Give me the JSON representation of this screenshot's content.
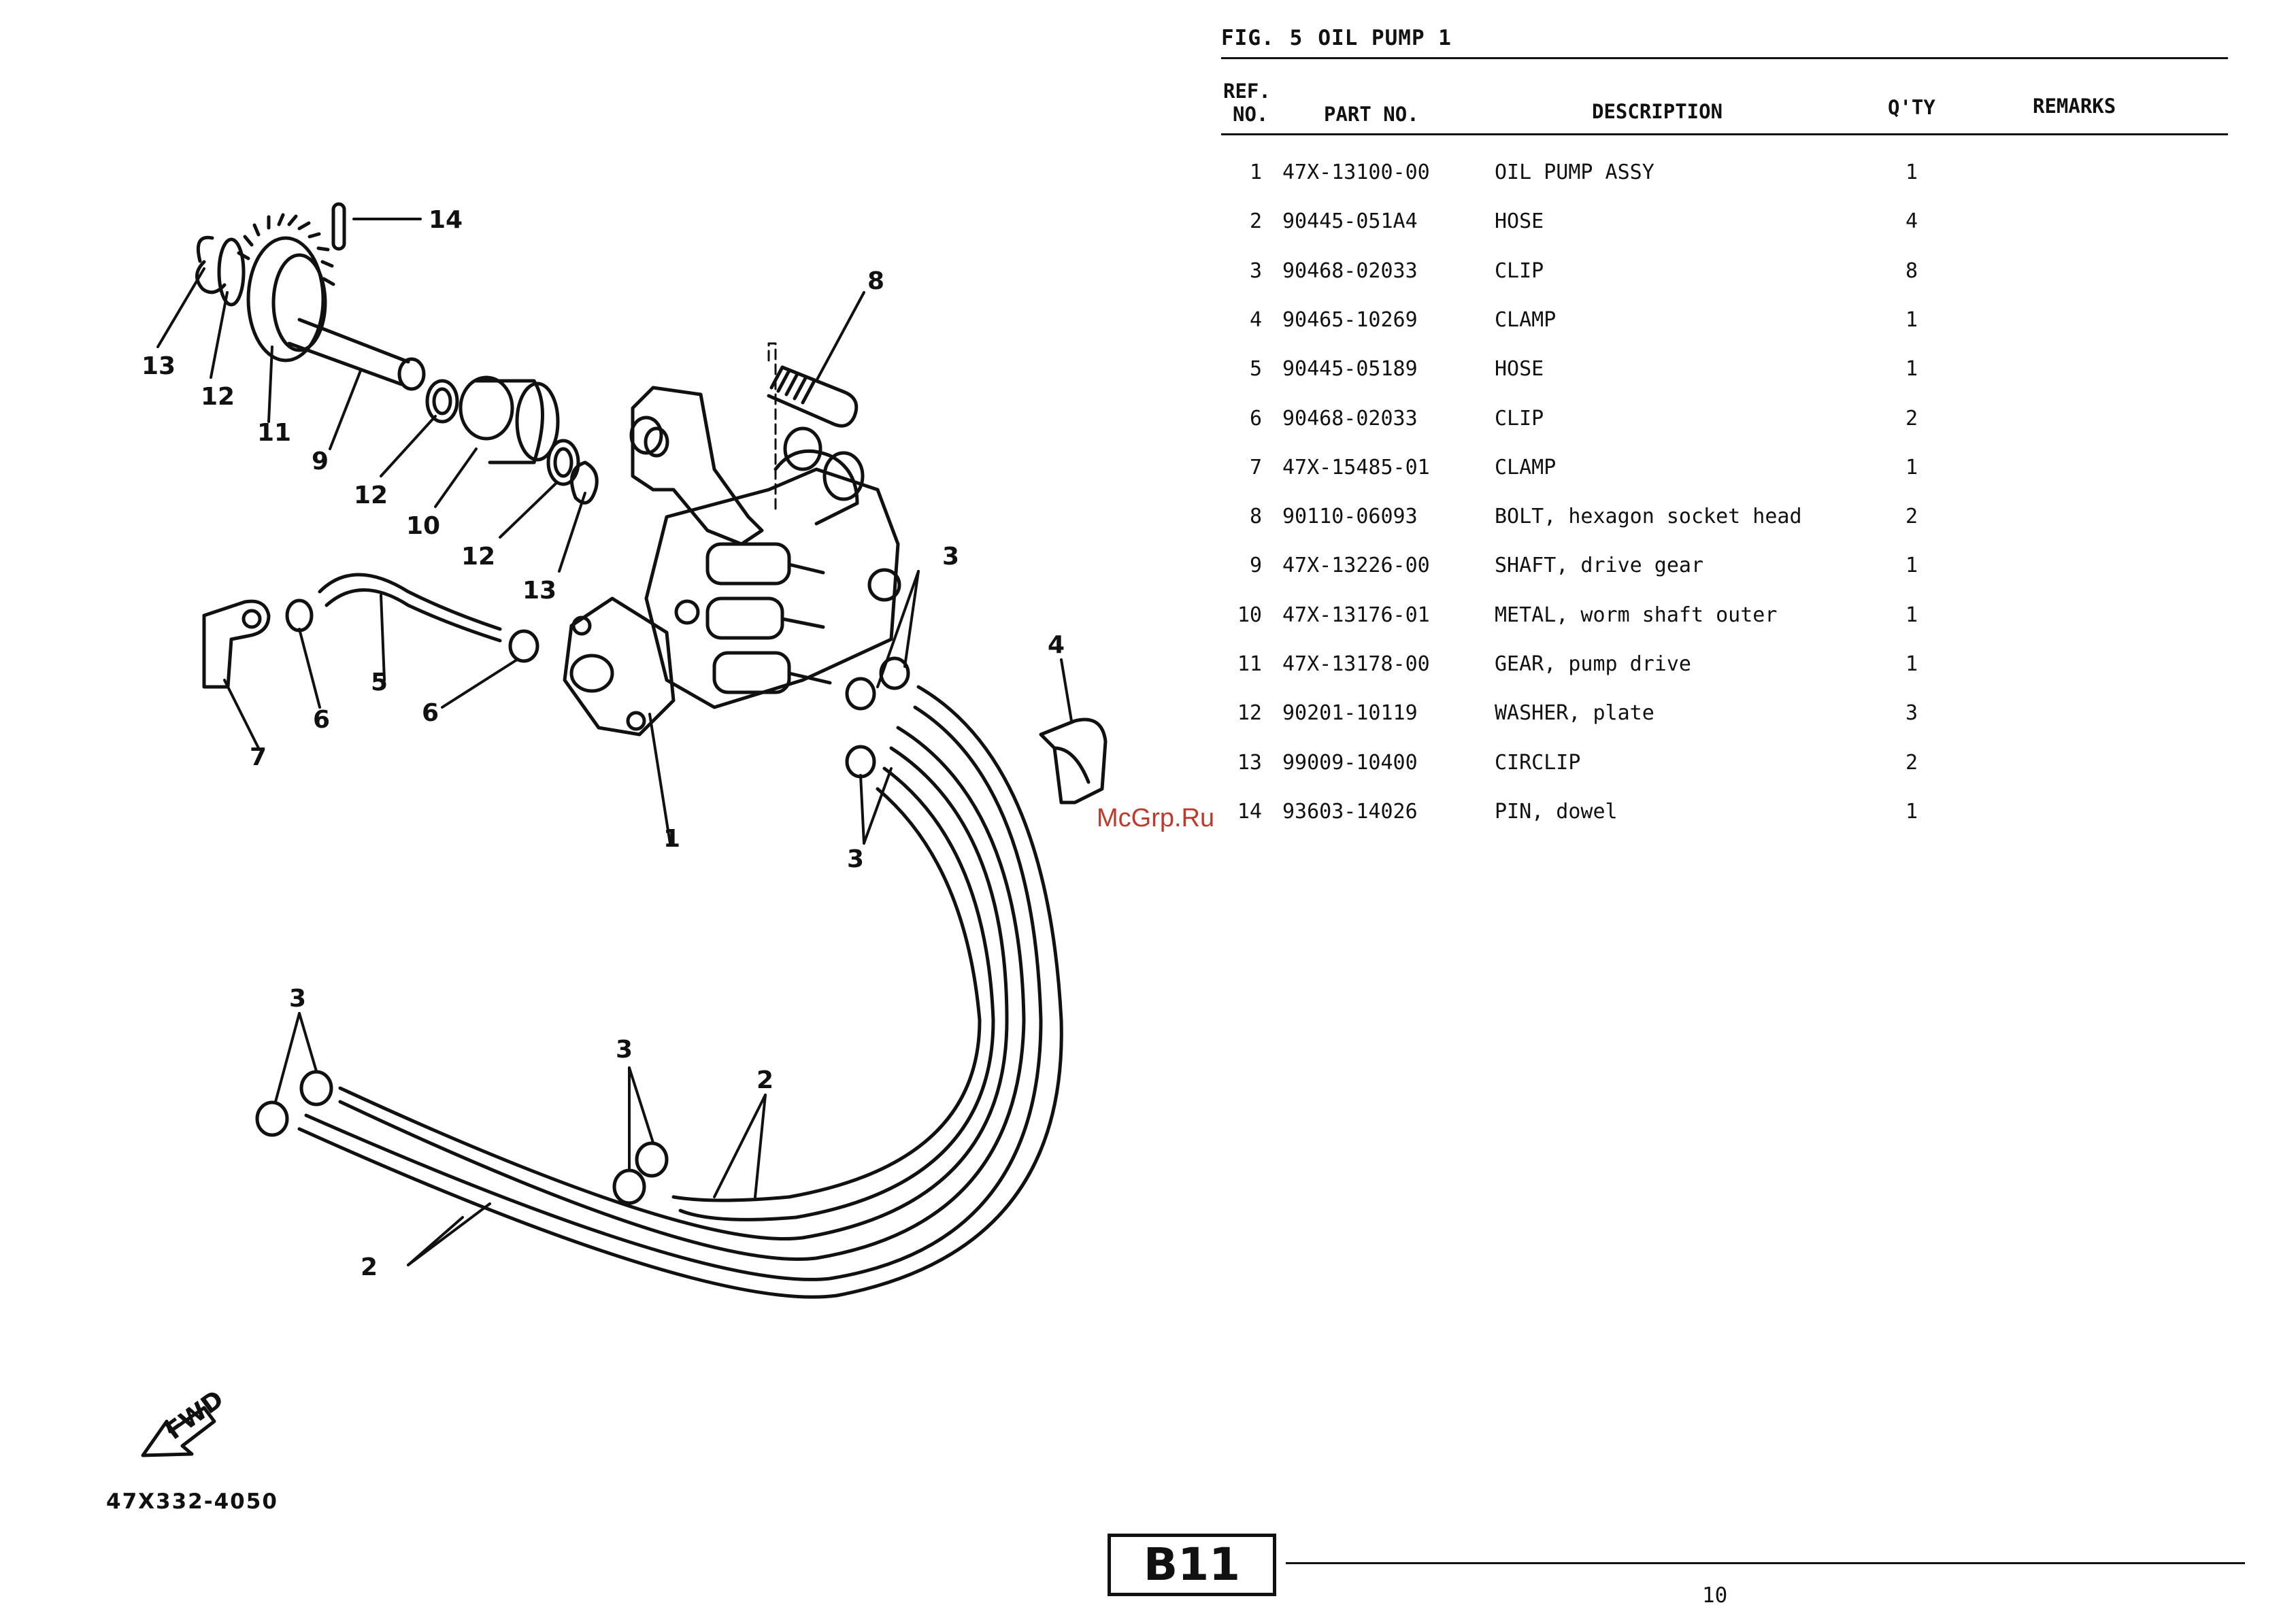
{
  "figure": {
    "label": "FIG.",
    "number": "5",
    "title": "OIL PUMP 1"
  },
  "table": {
    "headers": {
      "ref_line1": "REF.",
      "ref_line2": "NO.",
      "part_no": "PART NO.",
      "description": "DESCRIPTION",
      "qty": "Q'TY",
      "remarks": "REMARKS"
    },
    "rows": [
      {
        "ref": "1",
        "part": "47X-13100-00",
        "desc": "OIL PUMP ASSY",
        "qty": "1"
      },
      {
        "ref": "2",
        "part": "90445-051A4",
        "desc": "HOSE",
        "qty": "4"
      },
      {
        "ref": "3",
        "part": "90468-02033",
        "desc": "CLIP",
        "qty": "8"
      },
      {
        "ref": "4",
        "part": "90465-10269",
        "desc": "CLAMP",
        "qty": "1"
      },
      {
        "ref": "5",
        "part": "90445-05189",
        "desc": "HOSE",
        "qty": "1"
      },
      {
        "ref": "6",
        "part": "90468-02033",
        "desc": "CLIP",
        "qty": "2"
      },
      {
        "ref": "7",
        "part": "47X-15485-01",
        "desc": "CLAMP",
        "qty": "1"
      },
      {
        "ref": "8",
        "part": "90110-06093",
        "desc": "BOLT, hexagon socket head",
        "qty": "2"
      },
      {
        "ref": "9",
        "part": "47X-13226-00",
        "desc": "SHAFT, drive gear",
        "qty": "1"
      },
      {
        "ref": "10",
        "part": "47X-13176-01",
        "desc": "METAL, worm shaft outer",
        "qty": "1"
      },
      {
        "ref": "11",
        "part": "47X-13178-00",
        "desc": "GEAR, pump drive",
        "qty": "1"
      },
      {
        "ref": "12",
        "part": "90201-10119",
        "desc": "WASHER, plate",
        "qty": "3"
      },
      {
        "ref": "13",
        "part": "99009-10400",
        "desc": "CIRCLIP",
        "qty": "2"
      },
      {
        "ref": "14",
        "part": "93603-14026",
        "desc": "PIN, dowel",
        "qty": "1"
      }
    ]
  },
  "diagram": {
    "callouts": {
      "c1": "1",
      "c2a": "2",
      "c2b": "2",
      "c3a": "3",
      "c3b": "3",
      "c3c": "3",
      "c3d": "3",
      "c4": "4",
      "c5": "5",
      "c6a": "6",
      "c6b": "6",
      "c7": "7",
      "c8": "8",
      "c9": "9",
      "c10": "10",
      "c11": "11",
      "c12a": "12",
      "c12b": "12",
      "c12c": "12",
      "c13a": "13",
      "c13b": "13",
      "c14": "14"
    },
    "fwd_label": "FWD",
    "drawing_number": "47X332-4050"
  },
  "watermark": "McGrp.Ru",
  "footer": {
    "section": "B11",
    "page_number": "10"
  }
}
